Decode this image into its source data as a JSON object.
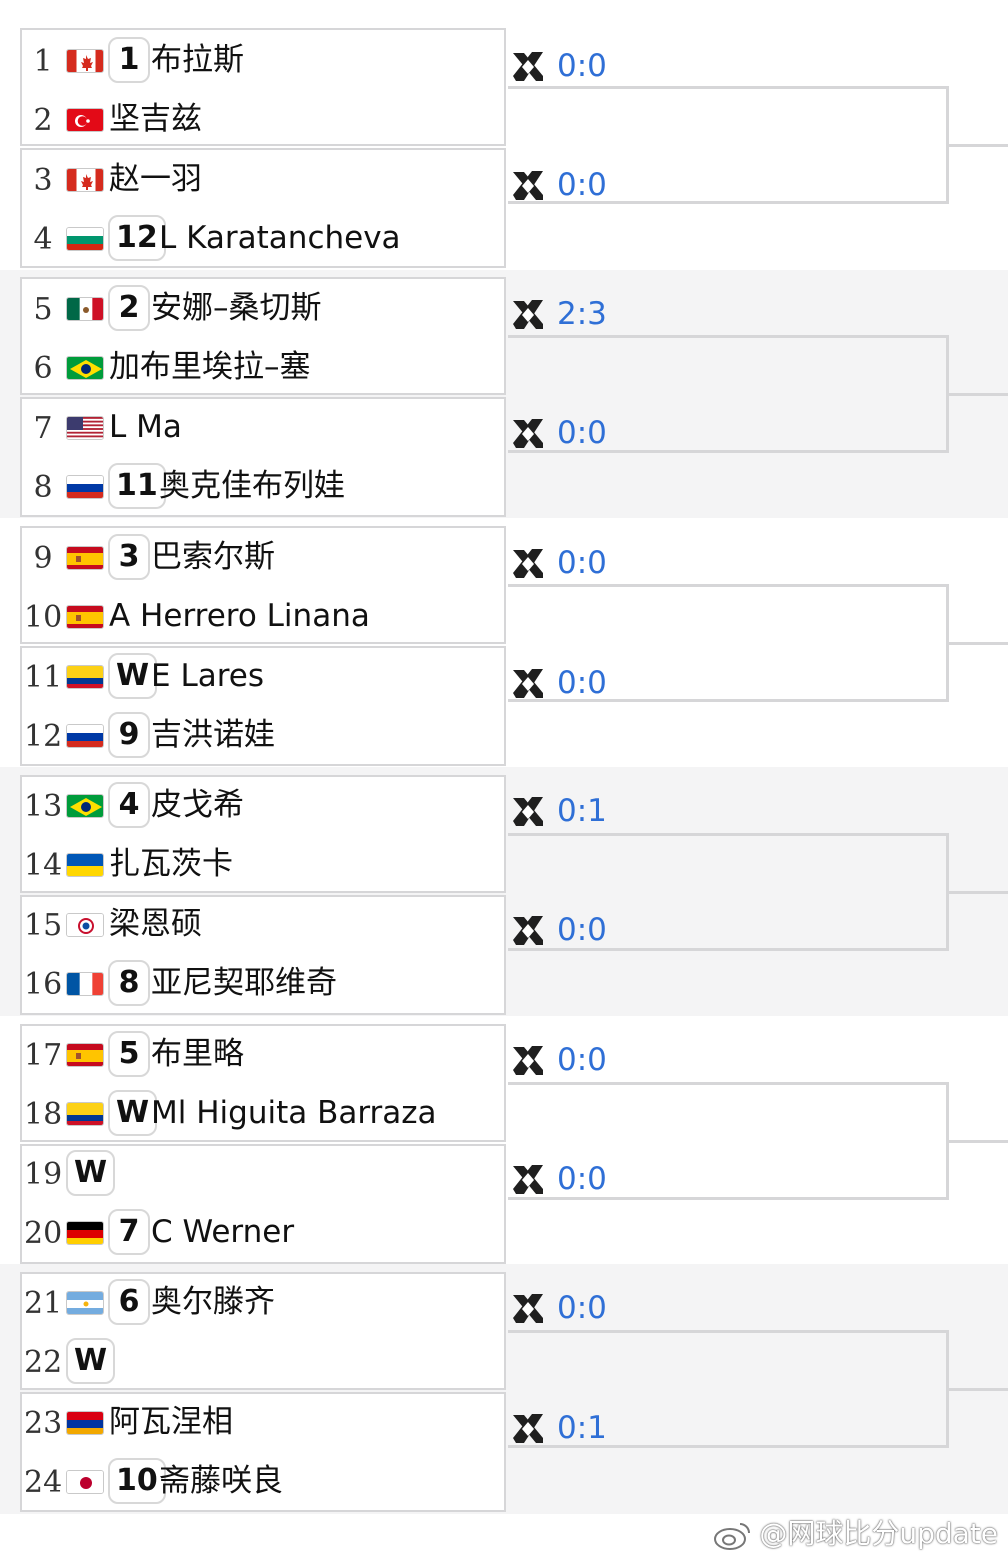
{
  "colors": {
    "score": "#2f6fd6",
    "border": "#d6d6d8",
    "band": "#f4f4f5"
  },
  "icons": {
    "match_link": "x-crossed-rackets-icon",
    "watermark": "weibo-icon"
  },
  "players": [
    {
      "pos": "1",
      "flag": "canada",
      "badge": "1",
      "name": "布拉斯"
    },
    {
      "pos": "2",
      "flag": "turkey",
      "badge": "",
      "name": "坚吉兹"
    },
    {
      "pos": "3",
      "flag": "canada",
      "badge": "",
      "name": "赵一羽"
    },
    {
      "pos": "4",
      "flag": "bulgaria",
      "badge": "12",
      "name": "L Karatancheva"
    },
    {
      "pos": "5",
      "flag": "mexico",
      "badge": "2",
      "name": "安娜–桑切斯"
    },
    {
      "pos": "6",
      "flag": "brazil",
      "badge": "",
      "name": "加布里埃拉–塞"
    },
    {
      "pos": "7",
      "flag": "usa",
      "badge": "",
      "name": "L Ma"
    },
    {
      "pos": "8",
      "flag": "russia",
      "badge": "11",
      "name": "奥克佳布列娃"
    },
    {
      "pos": "9",
      "flag": "spain",
      "badge": "3",
      "name": "巴索尔斯"
    },
    {
      "pos": "10",
      "flag": "spain",
      "badge": "",
      "name": "A Herrero Linana"
    },
    {
      "pos": "11",
      "flag": "colombia",
      "badge": "W",
      "name": "E Lares"
    },
    {
      "pos": "12",
      "flag": "russia",
      "badge": "9",
      "name": "吉洪诺娃"
    },
    {
      "pos": "13",
      "flag": "brazil",
      "badge": "4",
      "name": "皮戈希"
    },
    {
      "pos": "14",
      "flag": "ukraine",
      "badge": "",
      "name": "扎瓦茨卡"
    },
    {
      "pos": "15",
      "flag": "chinese-taipei",
      "badge": "",
      "name": "梁恩硕"
    },
    {
      "pos": "16",
      "flag": "france",
      "badge": "8",
      "name": "亚尼契耶维奇"
    },
    {
      "pos": "17",
      "flag": "spain",
      "badge": "5",
      "name": "布里略"
    },
    {
      "pos": "18",
      "flag": "colombia",
      "badge": "W",
      "name": "Ml Higuita Barraza"
    },
    {
      "pos": "19",
      "flag": "",
      "badge": "W",
      "name": ""
    },
    {
      "pos": "20",
      "flag": "germany",
      "badge": "7",
      "name": "C Werner"
    },
    {
      "pos": "21",
      "flag": "argentina",
      "badge": "6",
      "name": "奥尔滕齐"
    },
    {
      "pos": "22",
      "flag": "",
      "badge": "W",
      "name": ""
    },
    {
      "pos": "23",
      "flag": "armenia",
      "badge": "",
      "name": "阿瓦涅相"
    },
    {
      "pos": "24",
      "flag": "japan",
      "badge": "10",
      "name": "斋藤咲良"
    }
  ],
  "scores": [
    "0:0",
    "0:0",
    "2:3",
    "0:0",
    "0:0",
    "0:0",
    "0:1",
    "0:0",
    "0:0",
    "0:0",
    "0:0",
    "0:1"
  ],
  "watermark": "@网球比分update"
}
